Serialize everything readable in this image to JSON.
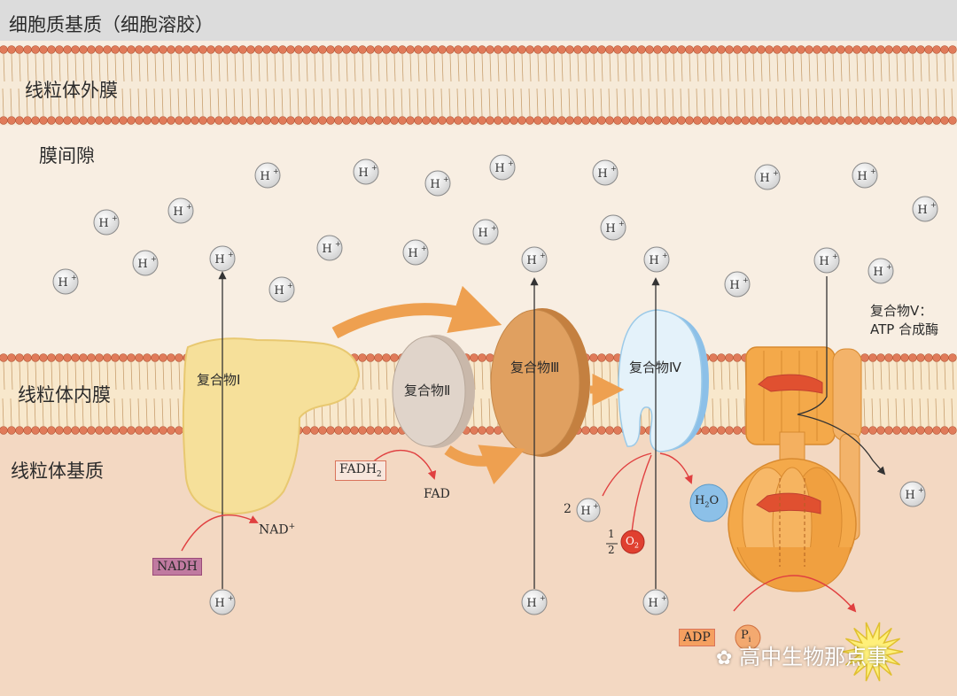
{
  "regions": {
    "cytosol": "细胞质基质（细胞溶胶）",
    "outer_membrane": "线粒体外膜",
    "intermembrane_space": "膜间隙",
    "inner_membrane": "线粒体内膜",
    "matrix": "线粒体基质"
  },
  "complexes": {
    "c1": "复合物Ⅰ",
    "c2": "复合物Ⅱ",
    "c3": "复合物Ⅲ",
    "c4": "复合物Ⅳ",
    "c5_line1": "复合物Ⅴ：",
    "c5_line2": "ATP 合成酶"
  },
  "molecules": {
    "proton": "H",
    "proton_sup": "+",
    "nadh": "NADH",
    "nad_plus": "NAD",
    "nad_sup": "+",
    "fadh2": "FADH",
    "fadh2_sub": "2",
    "fad": "FAD",
    "two": "2",
    "half_num": "1",
    "half_den": "2",
    "o2": "O",
    "o2_sub": "2",
    "water": "H",
    "water_sub": "2",
    "water_o": "O",
    "adp": "ADP",
    "pi": "P",
    "pi_sub": "i"
  },
  "watermark": "高中生物那点事",
  "colors": {
    "cytosol_bg": "#dcdcdc",
    "space_bg": "#f8eee2",
    "matrix_bg": "#f3d8c2",
    "membrane_head": "#e07b5a",
    "complex1": "#f6e09a",
    "complex2": "#d6c7bb",
    "complex3": "#e0a060",
    "complex4": "#dceef8",
    "complex5": "#f4a94a",
    "arrow_orange": "#eea050",
    "arrow_red": "#e04040",
    "water": "#8cc0e8",
    "oxygen": "#e04030"
  }
}
